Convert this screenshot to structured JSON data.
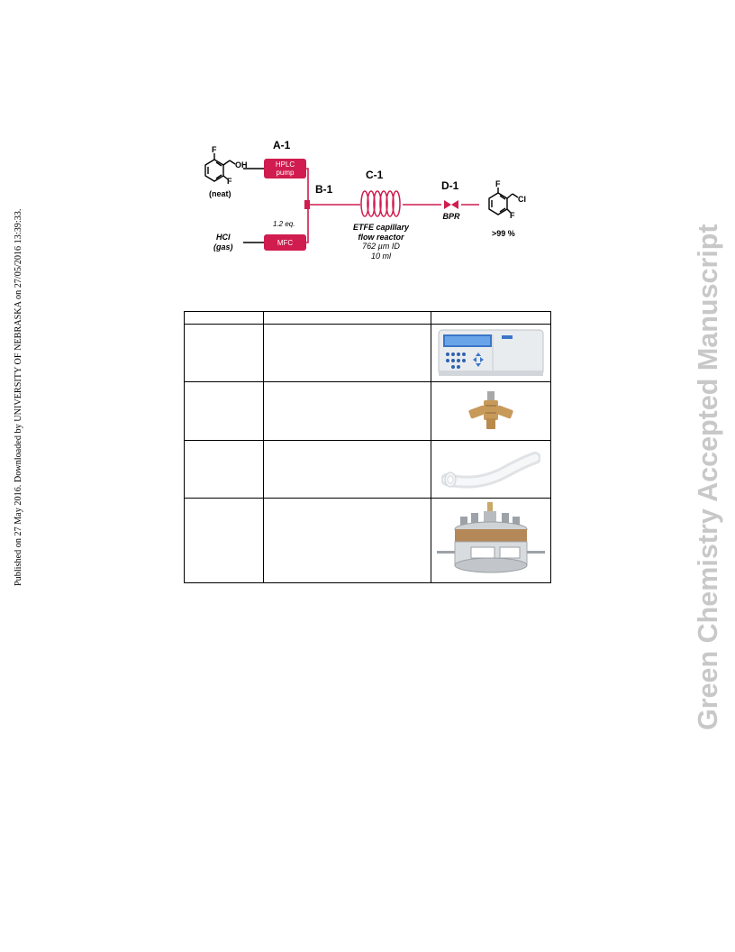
{
  "margin_left": "Published on 27 May 2016. Downloaded by UNIVERSITY OF NEBRASKA on 27/05/2016 13:39:33.",
  "margin_right": "Green Chemistry Accepted Manuscript",
  "scheme": {
    "label_a": "A-1",
    "label_b": "B-1",
    "label_c": "C-1",
    "label_d": "D-1",
    "pump_line1": "HPLC",
    "pump_line2": "pump",
    "mfc": "MFC",
    "neat": "(neat)",
    "hcl_line1": "HCl",
    "hcl_line2": "(gas)",
    "equiv": "1.2 eq.",
    "reactor_line1": "ETFE capillary",
    "reactor_line2": "flow reactor",
    "reactor_line3": "762 µm ID",
    "reactor_line4": "10 ml",
    "bpr": "BPR",
    "yield": ">99 %",
    "atom_f": "F",
    "atom_oh": "OH",
    "atom_cl": "Cl"
  },
  "colors": {
    "accent": "#d01c4e",
    "margin_text": "#c8c8c8"
  },
  "table": {
    "headers": [
      "",
      "",
      ""
    ],
    "rows": [
      {
        "col1": "",
        "col2": "",
        "image": "hplc-pump-icon"
      },
      {
        "col1": "",
        "col2": "",
        "image": "tee-mixer-icon"
      },
      {
        "col1": "",
        "col2": "",
        "image": "capillary-tubing-icon"
      },
      {
        "col1": "",
        "col2": "",
        "image": "back-pressure-regulator-icon"
      }
    ]
  }
}
